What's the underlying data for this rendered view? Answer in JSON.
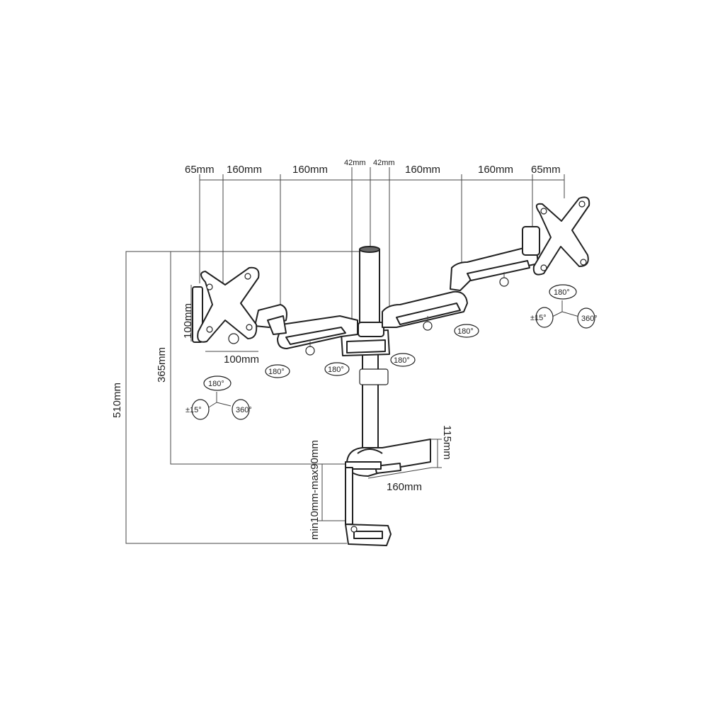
{
  "diagram": {
    "top_dimensions": {
      "left_offset": "65mm",
      "left_arm_outer": "160mm",
      "left_arm_inner": "160mm",
      "pole_left": "42mm",
      "pole_right": "42mm",
      "right_arm_inner": "160mm",
      "right_arm_outer": "160mm",
      "right_offset": "65mm"
    },
    "vesa": {
      "height": "100mm",
      "width": "100mm"
    },
    "side_dimensions": {
      "total_height": "510mm",
      "pole_height": "365mm",
      "clamp_range": "min10mm-max90mm",
      "base_height": "115mm",
      "base_depth": "160mm"
    },
    "rotation_labels": {
      "tilt_left_top": "180°",
      "tilt_left_side": "±15°",
      "swivel_left": "360°",
      "tilt_right_top": "180°",
      "tilt_right_side": "±15°",
      "swivel_right": "360°",
      "joint_1": "180°",
      "joint_2": "180°",
      "joint_3": "180°",
      "joint_4": "180°"
    }
  }
}
